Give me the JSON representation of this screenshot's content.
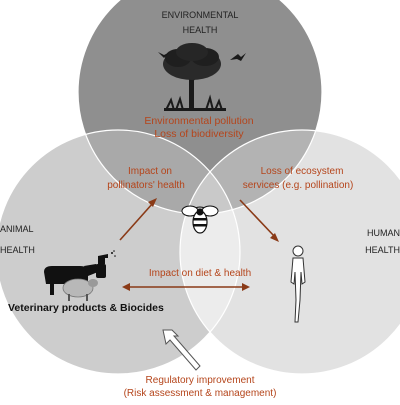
{
  "circles": {
    "environmental": {
      "title_line1": "ENVIRONMENTAL",
      "title_line2": "HEALTH",
      "fill": "#8c8c8c"
    },
    "animal": {
      "title_line1": "ANIMAL",
      "title_line2": "HEALTH",
      "fill": "#c4c4c4"
    },
    "human": {
      "title_line1": "HUMAN",
      "title_line2": "HEALTH",
      "fill": "#dcdcdc"
    }
  },
  "environmental_impacts": {
    "line1": "Environmental pollution",
    "line2": "Loss of biodiversity"
  },
  "arrows": {
    "pollinators": {
      "line1": "Impact on",
      "line2": "pollinators' health"
    },
    "ecosystem": {
      "line1": "Loss of ecosystem",
      "line2": "services (e.g. pollination)"
    },
    "diet": {
      "label": "Impact on diet & health"
    }
  },
  "source_label": "Veterinary products & Biocides",
  "regulatory": {
    "line1": "Regulatory improvement",
    "line2": "(Risk assessment & management)"
  },
  "icons": [
    "tree-icon",
    "bird-icon",
    "bee-icon",
    "cow-icon",
    "sheep-icon",
    "spray-bottle-icon",
    "human-figure-icon"
  ],
  "colors": {
    "accent": "#b5451b",
    "text": "#222222",
    "background": "#ffffff"
  }
}
